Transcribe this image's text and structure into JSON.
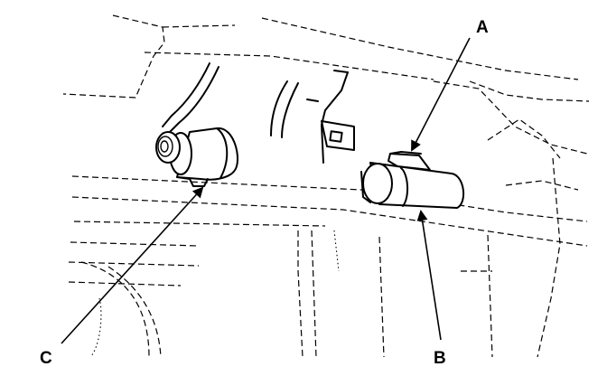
{
  "diagram": {
    "callouts": {
      "a": {
        "label": "A"
      },
      "b": {
        "label": "B"
      },
      "c": {
        "label": "C"
      }
    }
  }
}
